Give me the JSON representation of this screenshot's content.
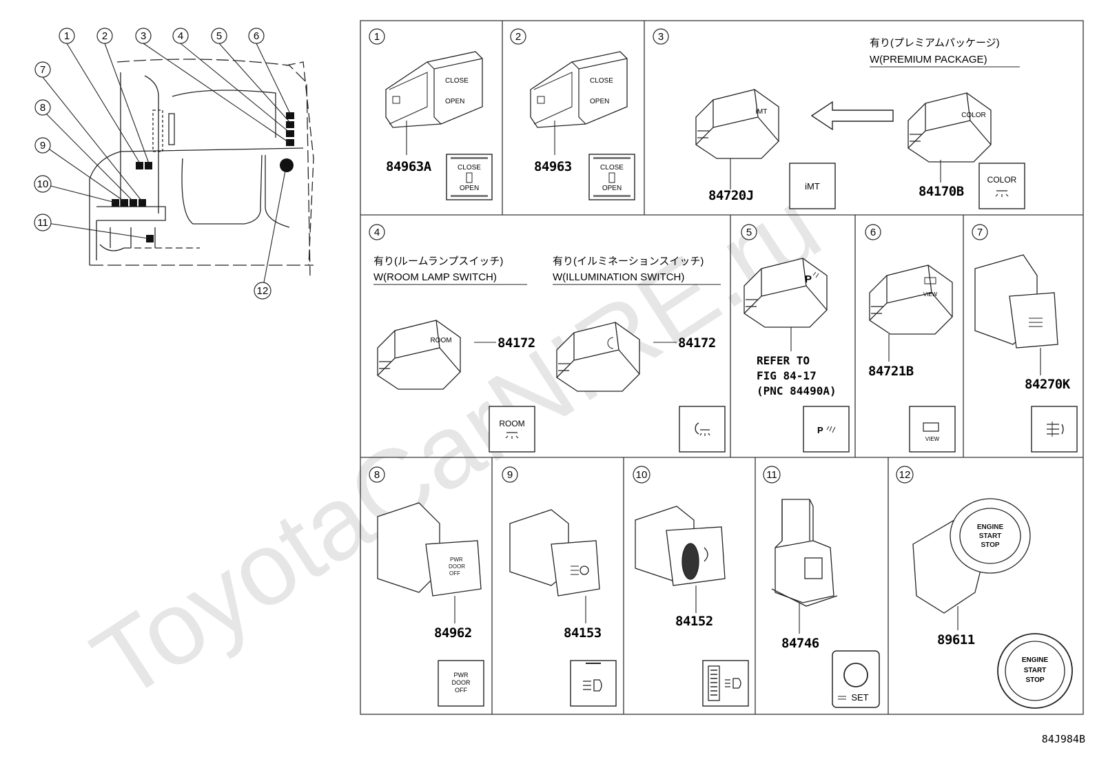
{
  "watermark": "ToyotaCarNIRE.ru",
  "drawing_code": "84J984B",
  "overview": {
    "callouts": [
      "1",
      "2",
      "3",
      "4",
      "5",
      "6",
      "7",
      "8",
      "9",
      "10",
      "11",
      "12"
    ]
  },
  "cells": [
    {
      "num": "1",
      "part": "84963A",
      "face_top": "CLOSE",
      "face_bottom": "OPEN",
      "icon": "sliding-door-icon"
    },
    {
      "num": "2",
      "part": "84963",
      "face_top": "CLOSE",
      "face_bottom": "OPEN",
      "icon": "sliding-door-icon"
    },
    {
      "num": "3",
      "part_left": "84720J",
      "part_right": "84170B",
      "note_jp": "有り(プレミアムパッケージ)",
      "note_en": "W(PREMIUM PACKAGE)",
      "face_left": "iMT",
      "face_right": "COLOR",
      "icon": "arrow-left-icon"
    },
    {
      "num": "4",
      "part_left": "84172",
      "part_right": "84172",
      "note_left_jp": "有り(ルームランプスイッチ)",
      "note_left_en": "W(ROOM LAMP SWITCH)",
      "note_right_jp": "有り(イルミネーションスイッチ)",
      "note_right_en": "W(ILLUMINATION SWITCH)",
      "face_left": "ROOM",
      "icon": "illumination-icon"
    },
    {
      "num": "5",
      "ref_lines": [
        "REFER TO",
        "FIG 84-17",
        "(PNC 84490A)"
      ],
      "face": "P",
      "icon": "parking-sensor-icon"
    },
    {
      "num": "6",
      "part": "84721B",
      "face": "VIEW",
      "icon": "camera-view-icon"
    },
    {
      "num": "7",
      "part": "84270K",
      "icon": "rear-defogger-icon"
    },
    {
      "num": "8",
      "part": "84962",
      "face_lines": [
        "PWR",
        "DOOR",
        "OFF"
      ]
    },
    {
      "num": "9",
      "part": "84153",
      "icon": "headlamp-leveling-icon"
    },
    {
      "num": "10",
      "part": "84152",
      "icon": "headlamp-dial-icon"
    },
    {
      "num": "11",
      "part": "84746",
      "face": "SET",
      "icon": "cruise-set-icon"
    },
    {
      "num": "12",
      "part": "89611",
      "face_lines": [
        "ENGINE",
        "START",
        "STOP"
      ]
    }
  ]
}
